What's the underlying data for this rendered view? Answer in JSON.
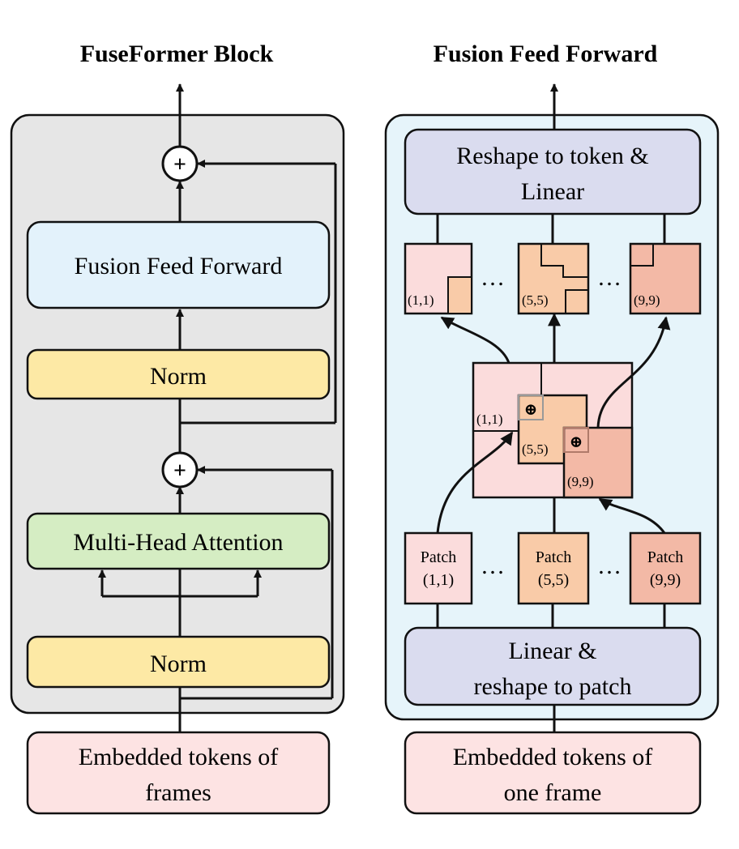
{
  "left": {
    "title": "FuseFormer Block",
    "fusion_ff": "Fusion Feed Forward",
    "norm_top": "Norm",
    "mha": "Multi-Head Attention",
    "norm_bottom": "Norm",
    "input_line1": "Embedded tokens of",
    "input_line2": "frames",
    "plus_symbol": "+"
  },
  "right": {
    "title": "Fusion Feed Forward",
    "reshape_line1": "Reshape to token &",
    "reshape_line2": "Linear",
    "linear_line1": "Linear &",
    "linear_line2": "reshape to patch",
    "input_line1": "Embedded tokens of",
    "input_line2": "one frame",
    "ellipsis": "…",
    "patch_word": "Patch",
    "coords": [
      "(1,1)",
      "(5,5)",
      "(9,9)"
    ],
    "oplus": "⊕"
  },
  "colors": {
    "grey_bg": "#e6e6e6",
    "blue_bg": "#e6f4fa",
    "ffn_box": "#e3f2fb",
    "norm_box": "#fde9a5",
    "mha_box": "#d5edc3",
    "input_box": "#fde3e3",
    "lavender_box": "#dadcef",
    "patch_pink": "#fbdcdc",
    "patch_peach": "#f9cba8",
    "patch_salmon": "#f3b9a6"
  }
}
